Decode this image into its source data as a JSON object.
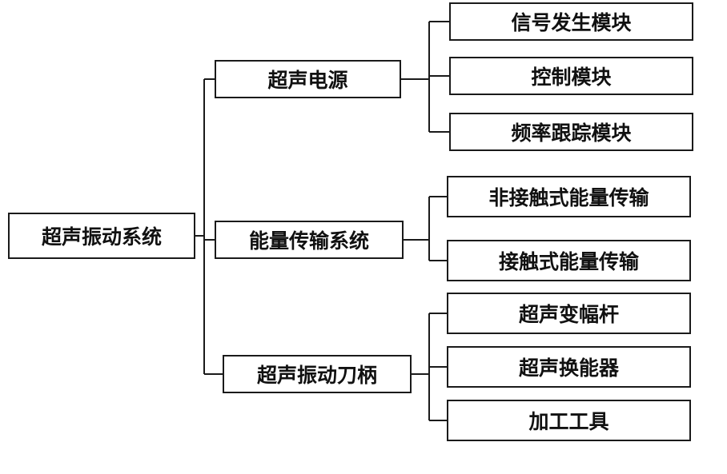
{
  "diagram": {
    "root": {
      "label": "超声振动系统"
    },
    "branches": [
      {
        "label": "超声电源",
        "children": [
          "信号发生模块",
          "控制模块",
          "频率跟踪模块"
        ]
      },
      {
        "label": "能量传输系统",
        "children": [
          "非接触式能量传输",
          "接触式能量传输"
        ]
      },
      {
        "label": "超声振动刀柄",
        "children": [
          "超声变幅杆",
          "超声换能器",
          "加工工具"
        ]
      }
    ],
    "line_color": "#1a1a1a"
  }
}
